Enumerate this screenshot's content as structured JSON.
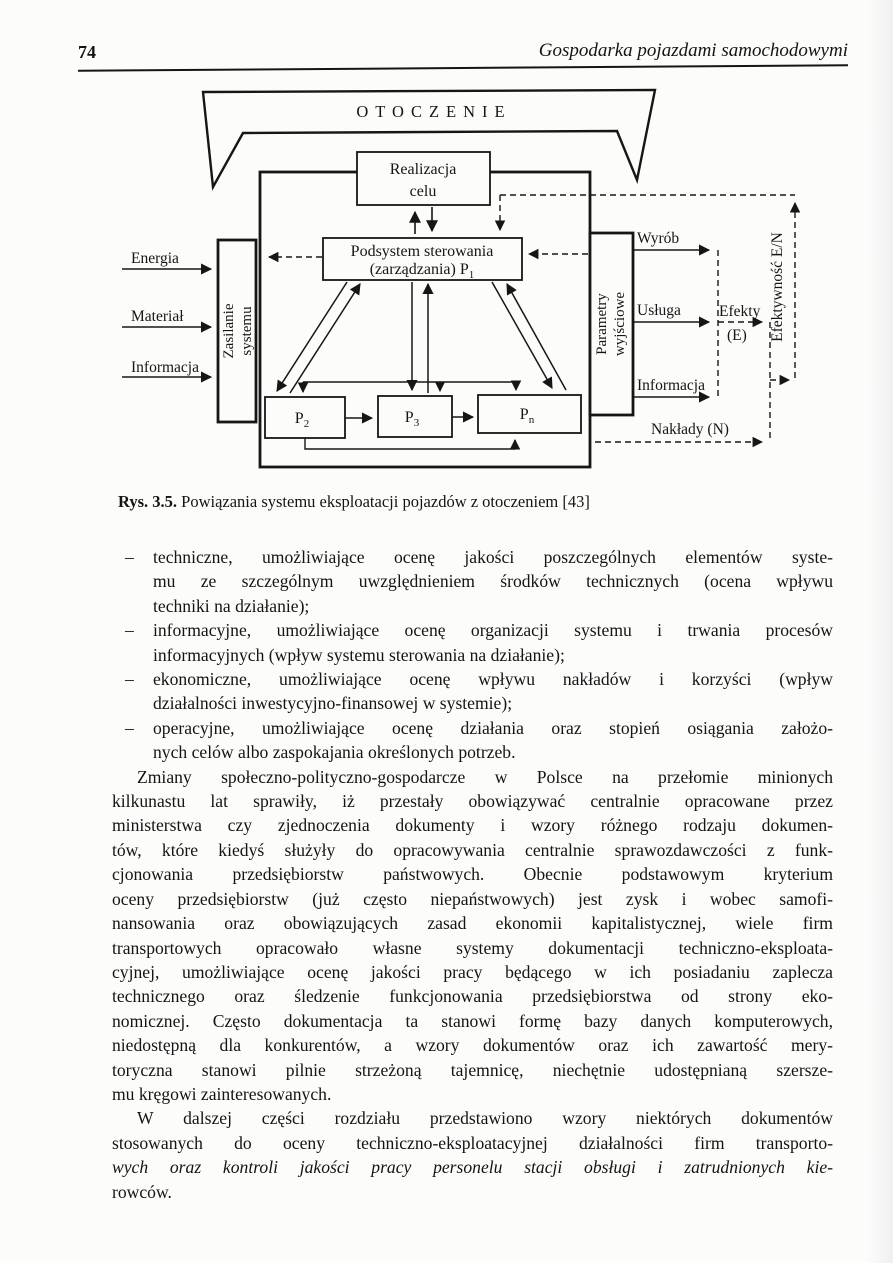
{
  "page": {
    "number": "74",
    "header_title": "Gospodarka pojazdami samochodowymi"
  },
  "figure": {
    "environment_label": "OTOCZENIE",
    "boxes": {
      "realizacja": {
        "line1": "Realizacja",
        "line2": "celu"
      },
      "podsystem": {
        "line1": "Podsystem sterowania",
        "line2_pre": "(zarządzania) P",
        "line2_sub": "1"
      },
      "zasilanie": {
        "line1": "Zasilanie",
        "line2": "systemu"
      },
      "parametry": {
        "line1": "Parametry",
        "line2": "wyjściowe"
      },
      "p2": {
        "base": "P",
        "sub": "2"
      },
      "p3": {
        "base": "P",
        "sub": "3"
      },
      "pn": {
        "base": "P",
        "sub": "n"
      }
    },
    "inputs": [
      "Energia",
      "Materiał",
      "Informacja"
    ],
    "outputs": [
      "Wyrób",
      "Usługa",
      "Informacja"
    ],
    "efekty_line1": "Efekty",
    "efekty_line2": "(E)",
    "naklady": "Nakłady  (N)",
    "efektywnosc": "Efektywność E/N"
  },
  "caption": {
    "label": "Rys. 3.5.",
    "text": " Powiązania systemu eksploatacji pojazdów z otoczeniem [43]"
  },
  "body": {
    "bullets": [
      {
        "marker": "–",
        "lines": [
          "techniczne, umożliwiające ocenę jakości poszczególnych elementów syste-",
          "mu ze szczególnym uwzględnieniem środków technicznych (ocena wpływu",
          "techniki na działanie);"
        ]
      },
      {
        "marker": "–",
        "lines": [
          "informacyjne, umożliwiające ocenę organizacji systemu i trwania procesów",
          "informacyjnych (wpływ systemu sterowania na działanie);"
        ]
      },
      {
        "marker": "–",
        "lines": [
          "ekonomiczne, umożliwiające ocenę wpływu nakładów i korzyści (wpływ",
          "działalności inwestycyjno-finansowej w systemie);"
        ]
      },
      {
        "marker": "–",
        "lines": [
          "operacyjne, umożliwiające ocenę działania oraz stopień osiągania założo-",
          "nych celów albo zaspokajania określonych potrzeb."
        ]
      }
    ],
    "para1_lines": [
      "Zmiany społeczno-polityczno-gospodarcze w Polsce na przełomie minionych",
      "kilkunastu lat sprawiły, iż przestały obowiązywać centralnie opracowane przez",
      "ministerstwa czy zjednoczenia dokumenty i wzory różnego rodzaju dokumen-",
      "tów, które kiedyś służyły do opracowywania centralnie sprawozdawczości z funk-",
      "cjonowania przedsiębiorstw państwowych. Obecnie podstawowym kryterium",
      "oceny przedsiębiorstw (już często niepaństwowych) jest zysk i wobec samofi-",
      "nansowania oraz obowiązujących zasad ekonomii kapitalistycznej, wiele firm",
      "transportowych opracowało własne systemy dokumentacji techniczno-eksploata-",
      "cyjnej, umożliwiające ocenę jakości pracy będącego w ich posiadaniu zaplecza",
      "technicznego oraz śledzenie funkcjonowania przedsiębiorstwa od strony eko-",
      "nomicznej. Często dokumentacja ta stanowi formę bazy danych komputerowych,",
      "niedostępną dla konkurentów, a wzory dokumentów oraz ich zawartość mery-",
      "toryczna stanowi pilnie strzeżoną tajemnicę, niechętnie udostępnianą szersze-",
      "mu kręgowi zainteresowanych."
    ],
    "para2_lines": [
      "W dalszej części rozdziału przedstawiono wzory niektórych dokumentów",
      "stosowanych do oceny techniczno-eksploatacyjnej działalności firm transporto-",
      "wych oraz kontroli jakości pracy personelu stacji obsługi i zatrudnionych kie-",
      "rowców."
    ]
  }
}
